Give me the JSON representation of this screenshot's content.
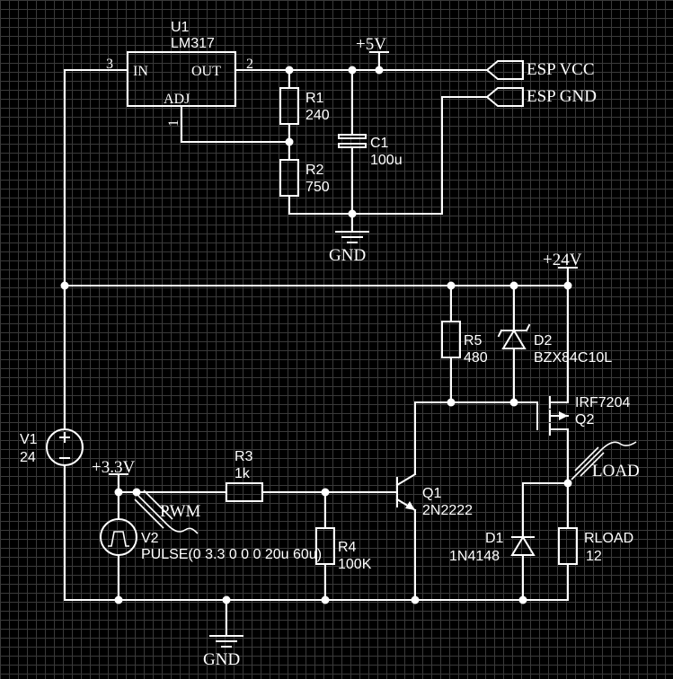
{
  "u1": {
    "ref": "U1",
    "part": "LM317",
    "pin_in": "IN",
    "pin_out": "OUT",
    "pin_adj": "ADJ",
    "pin3": "3",
    "pin2": "2",
    "pin1": "1"
  },
  "r1": {
    "ref": "R1",
    "value": "240"
  },
  "r2": {
    "ref": "R2",
    "value": "750"
  },
  "c1": {
    "ref": "C1",
    "value": "100u"
  },
  "rail_5v": "+5V",
  "rail_24v": "+24V",
  "rail_3v3": "+3.3V",
  "gnd_top": "GND",
  "gnd_bottom": "GND",
  "esp_vcc": "ESP VCC",
  "esp_gnd": "ESP GND",
  "r5": {
    "ref": "R5",
    "value": "480"
  },
  "d2": {
    "ref": "D2",
    "part": "BZX84C10L"
  },
  "q2": {
    "ref": "Q2",
    "part": "IRF7204"
  },
  "v1": {
    "ref": "V1",
    "value": "24"
  },
  "r3": {
    "ref": "R3",
    "value": "1k"
  },
  "q1": {
    "ref": "Q1",
    "part": "2N2222"
  },
  "pwm": "PWM",
  "load": "LOAD",
  "v2": {
    "ref": "V2",
    "value": "PULSE(0 3.3 0 0 0 20u 60u)"
  },
  "r4": {
    "ref": "R4",
    "value": "100K"
  },
  "d1": {
    "ref": "D1",
    "part": "1N4148"
  },
  "rload": {
    "ref": "RLOAD",
    "value": "12"
  }
}
